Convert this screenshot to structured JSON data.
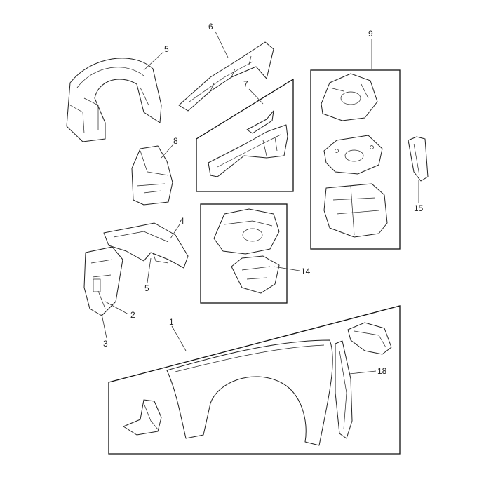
{
  "callouts": {
    "c1": "1",
    "c2": "2",
    "c3": "3",
    "c4": "4",
    "c5a": "5",
    "c5b": "5",
    "c6": "6",
    "c7": "7",
    "c8": "8",
    "c9": "9",
    "c14": "14",
    "c15": "15",
    "c18": "18"
  },
  "colors": {
    "line": "#222222",
    "background": "#ffffff"
  }
}
